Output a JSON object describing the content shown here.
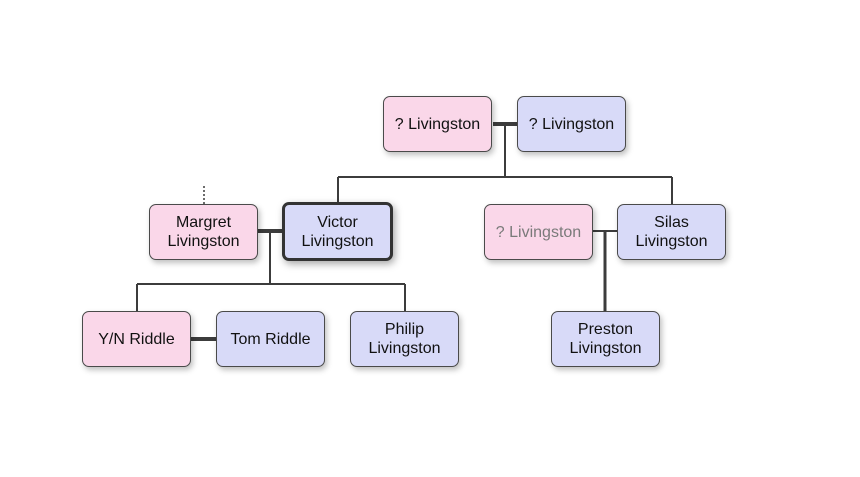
{
  "family_tree": {
    "nodes": {
      "gp_mother": {
        "name": "? Livingston",
        "sex": "female"
      },
      "gp_father": {
        "name": "? Livingston",
        "sex": "male"
      },
      "margret": {
        "name": "Margret Livingston",
        "sex": "female"
      },
      "victor": {
        "name": "Victor Livingston",
        "sex": "male",
        "focused": true
      },
      "silas_wife": {
        "name": "? Livingston",
        "sex": "female",
        "placeholder": true
      },
      "silas": {
        "name": "Silas Livingston",
        "sex": "male"
      },
      "yn": {
        "name": "Y/N Riddle",
        "sex": "female"
      },
      "tom": {
        "name": "Tom Riddle",
        "sex": "male"
      },
      "philip": {
        "name": "Philip Livingston",
        "sex": "male"
      },
      "preston": {
        "name": "Preston Livingston",
        "sex": "male"
      }
    },
    "colors": {
      "female": "#fad7e9",
      "male": "#d8daf8",
      "line": "#3c3c3c"
    }
  }
}
